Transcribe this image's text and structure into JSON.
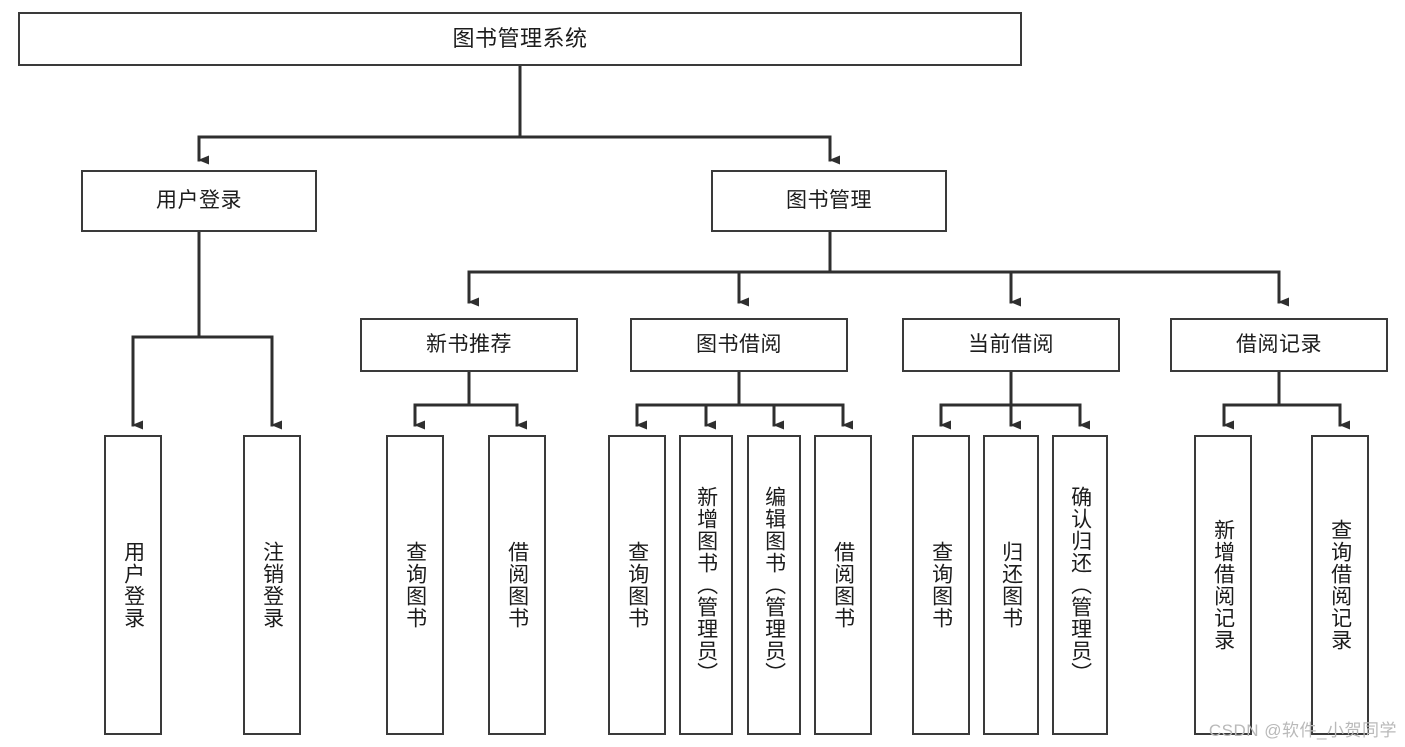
{
  "diagram": {
    "title": "图书管理系统",
    "type": "hierarchy-tree",
    "colors": {
      "node_border": "#3a3a3a",
      "node_fill": "#ffffff",
      "edge": "#2f2f2f",
      "text": "#1c1c1c",
      "watermark": "#b9b9b9"
    },
    "watermark": "CSDN @软件_小贺同学",
    "levels": [
      {
        "level": 1,
        "nodes": [
          {
            "id": "root",
            "label": "图书管理系统"
          }
        ]
      },
      {
        "level": 2,
        "nodes": [
          {
            "id": "user-login",
            "label": "用户登录"
          },
          {
            "id": "book-manage",
            "label": "图书管理"
          }
        ]
      },
      {
        "level": 3,
        "nodes": [
          {
            "id": "new-book-recommend",
            "label": "新书推荐"
          },
          {
            "id": "book-borrow",
            "label": "图书借阅"
          },
          {
            "id": "current-borrow",
            "label": "当前借阅"
          },
          {
            "id": "borrow-record",
            "label": "借阅记录"
          }
        ]
      },
      {
        "level": 4,
        "nodes": [
          {
            "id": "leaf-user-login",
            "label": "用户登录",
            "parent": "user-login"
          },
          {
            "id": "leaf-logout",
            "label": "注销登录",
            "parent": "user-login"
          },
          {
            "id": "leaf-query-book-1",
            "label": "查询图书",
            "parent": "new-book-recommend"
          },
          {
            "id": "leaf-borrow-book-1",
            "label": "借阅图书",
            "parent": "new-book-recommend"
          },
          {
            "id": "leaf-query-book-2",
            "label": "查询图书",
            "parent": "book-borrow"
          },
          {
            "id": "leaf-add-book",
            "label": "新增图书（管理员）",
            "parent": "book-borrow"
          },
          {
            "id": "leaf-edit-book",
            "label": "编辑图书（管理员）",
            "parent": "book-borrow"
          },
          {
            "id": "leaf-borrow-book-2",
            "label": "借阅图书",
            "parent": "book-borrow"
          },
          {
            "id": "leaf-query-book-3",
            "label": "查询图书",
            "parent": "current-borrow"
          },
          {
            "id": "leaf-return-book",
            "label": "归还图书",
            "parent": "current-borrow"
          },
          {
            "id": "leaf-confirm-return",
            "label": "确认归还（管理员）",
            "parent": "current-borrow"
          },
          {
            "id": "leaf-add-record",
            "label": "新增借阅记录",
            "parent": "borrow-record"
          },
          {
            "id": "leaf-query-record",
            "label": "查询借阅记录",
            "parent": "borrow-record"
          }
        ]
      }
    ]
  }
}
